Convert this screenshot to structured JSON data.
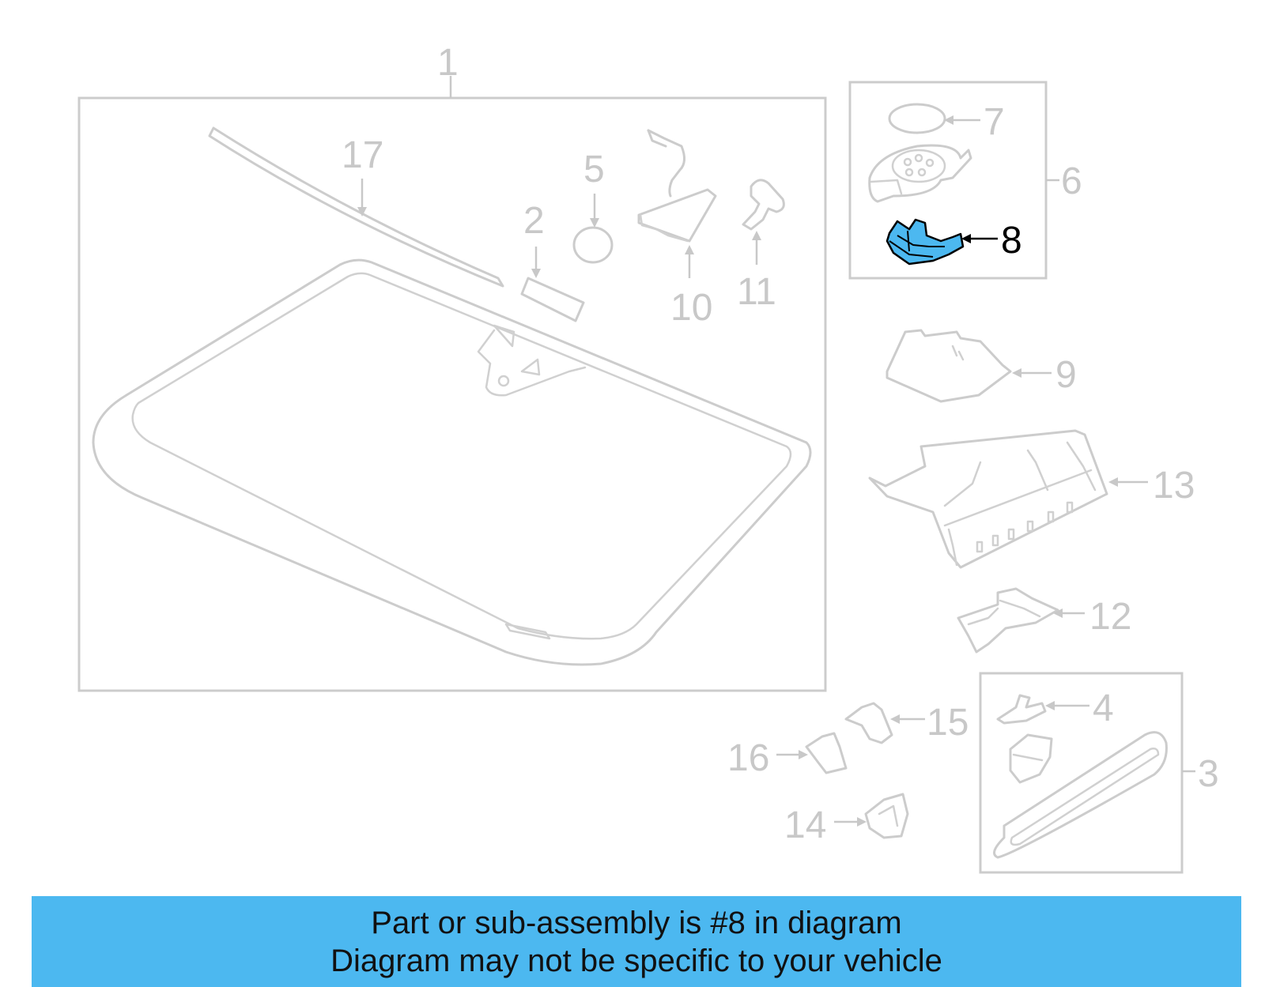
{
  "callouts": [
    {
      "id": "1",
      "label": "1"
    },
    {
      "id": "2",
      "label": "2"
    },
    {
      "id": "3",
      "label": "3"
    },
    {
      "id": "4",
      "label": "4"
    },
    {
      "id": "5",
      "label": "5"
    },
    {
      "id": "6",
      "label": "6"
    },
    {
      "id": "7",
      "label": "7"
    },
    {
      "id": "8",
      "label": "8"
    },
    {
      "id": "9",
      "label": "9"
    },
    {
      "id": "10",
      "label": "10"
    },
    {
      "id": "11",
      "label": "11"
    },
    {
      "id": "12",
      "label": "12"
    },
    {
      "id": "13",
      "label": "13"
    },
    {
      "id": "14",
      "label": "14"
    },
    {
      "id": "15",
      "label": "15"
    },
    {
      "id": "16",
      "label": "16"
    },
    {
      "id": "17",
      "label": "17"
    }
  ],
  "highlighted_part": "8",
  "colors": {
    "highlight": "#4cb8f0",
    "diagram_line": "#cccccc",
    "banner_background": "#4cb8f0",
    "label_inactive": "#c8c8c8",
    "label_active": "#000000"
  },
  "banner": {
    "line1": "Part or sub-assembly is #8 in diagram",
    "line2": "Diagram may not be specific to your vehicle"
  }
}
